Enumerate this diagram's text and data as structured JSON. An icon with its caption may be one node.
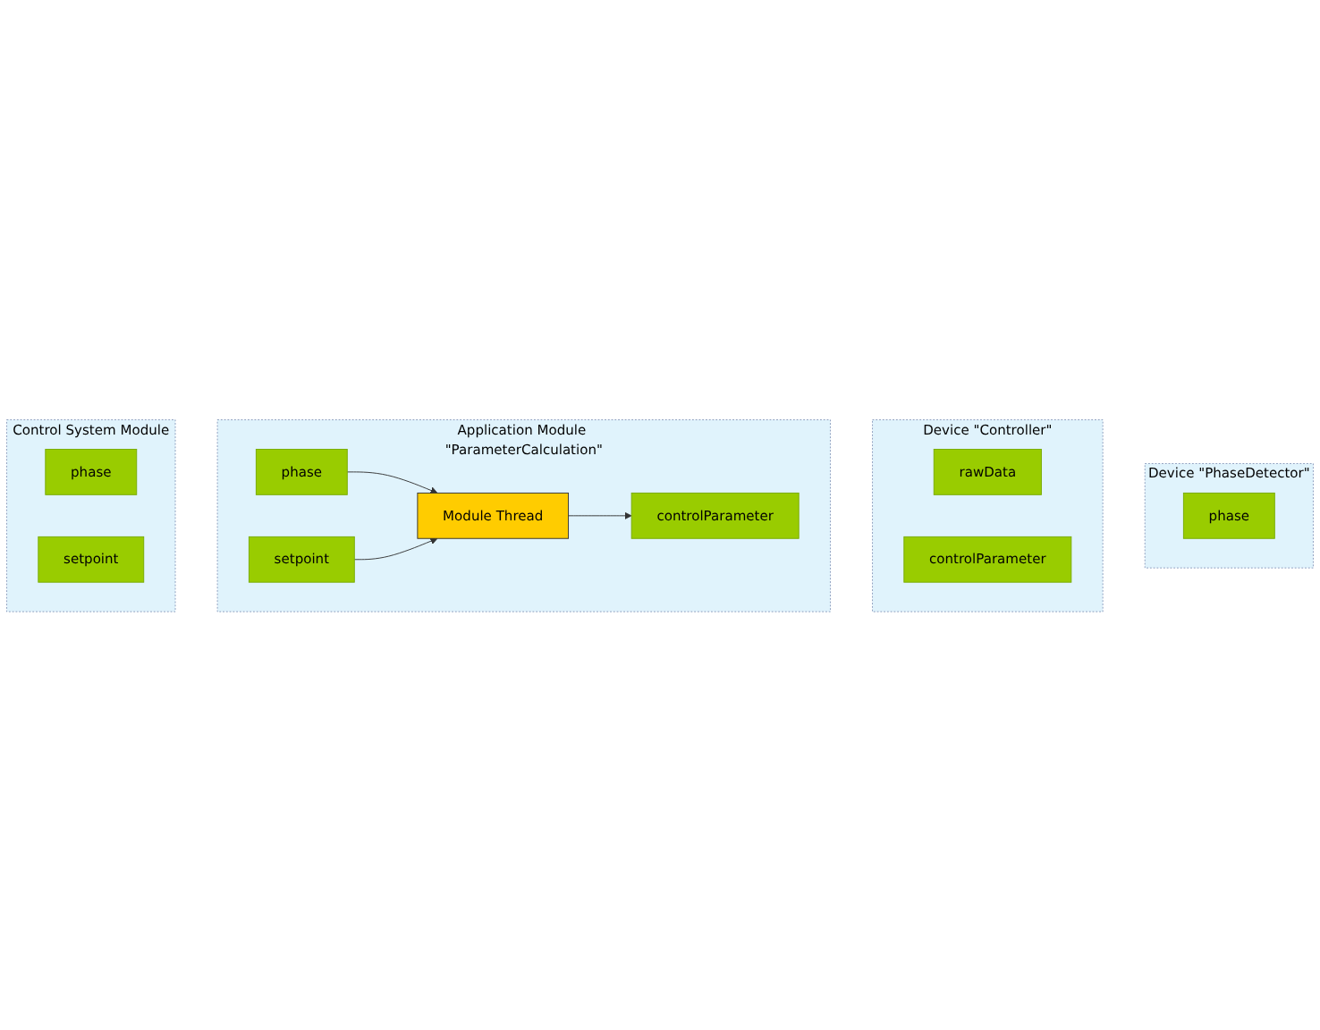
{
  "diagram": {
    "nodes": [
      {
        "text": [
          "Device \"PhaseDetector\""
        ]
      },
      {
        "text": [
          "phase"
        ],
        "in": 0
      },
      {
        "text": [
          "Device \"Controller\""
        ]
      },
      {
        "text": [
          "rawData"
        ],
        "in": 2
      },
      {
        "text": [
          "controlParameter"
        ],
        "in": 2
      },
      {
        "text": [
          "Application Module \"ParameterCalculation\""
        ]
      },
      {
        "text": [
          "controlParameter"
        ],
        "in": 5
      },
      {
        "text": [
          "phase"
        ],
        "in": 5
      },
      {
        "text": [
          "setpoint"
        ],
        "in": 5
      },
      {
        "text": [
          "Module Thread"
        ],
        "in": 5
      },
      {
        "text": [
          "Control System Module"
        ]
      },
      {
        "text": [
          "phase"
        ],
        "in": 10
      },
      {
        "text": [
          "setpoint"
        ],
        "in": 10
      }
    ],
    "edges": [
      {
        "from": 9,
        "to": 6,
        "arrow": "to"
      },
      {
        "from": 7,
        "to": 9,
        "arrow": "to"
      },
      {
        "from": 8,
        "to": 9,
        "arrow": "to"
      }
    ]
  }
}
